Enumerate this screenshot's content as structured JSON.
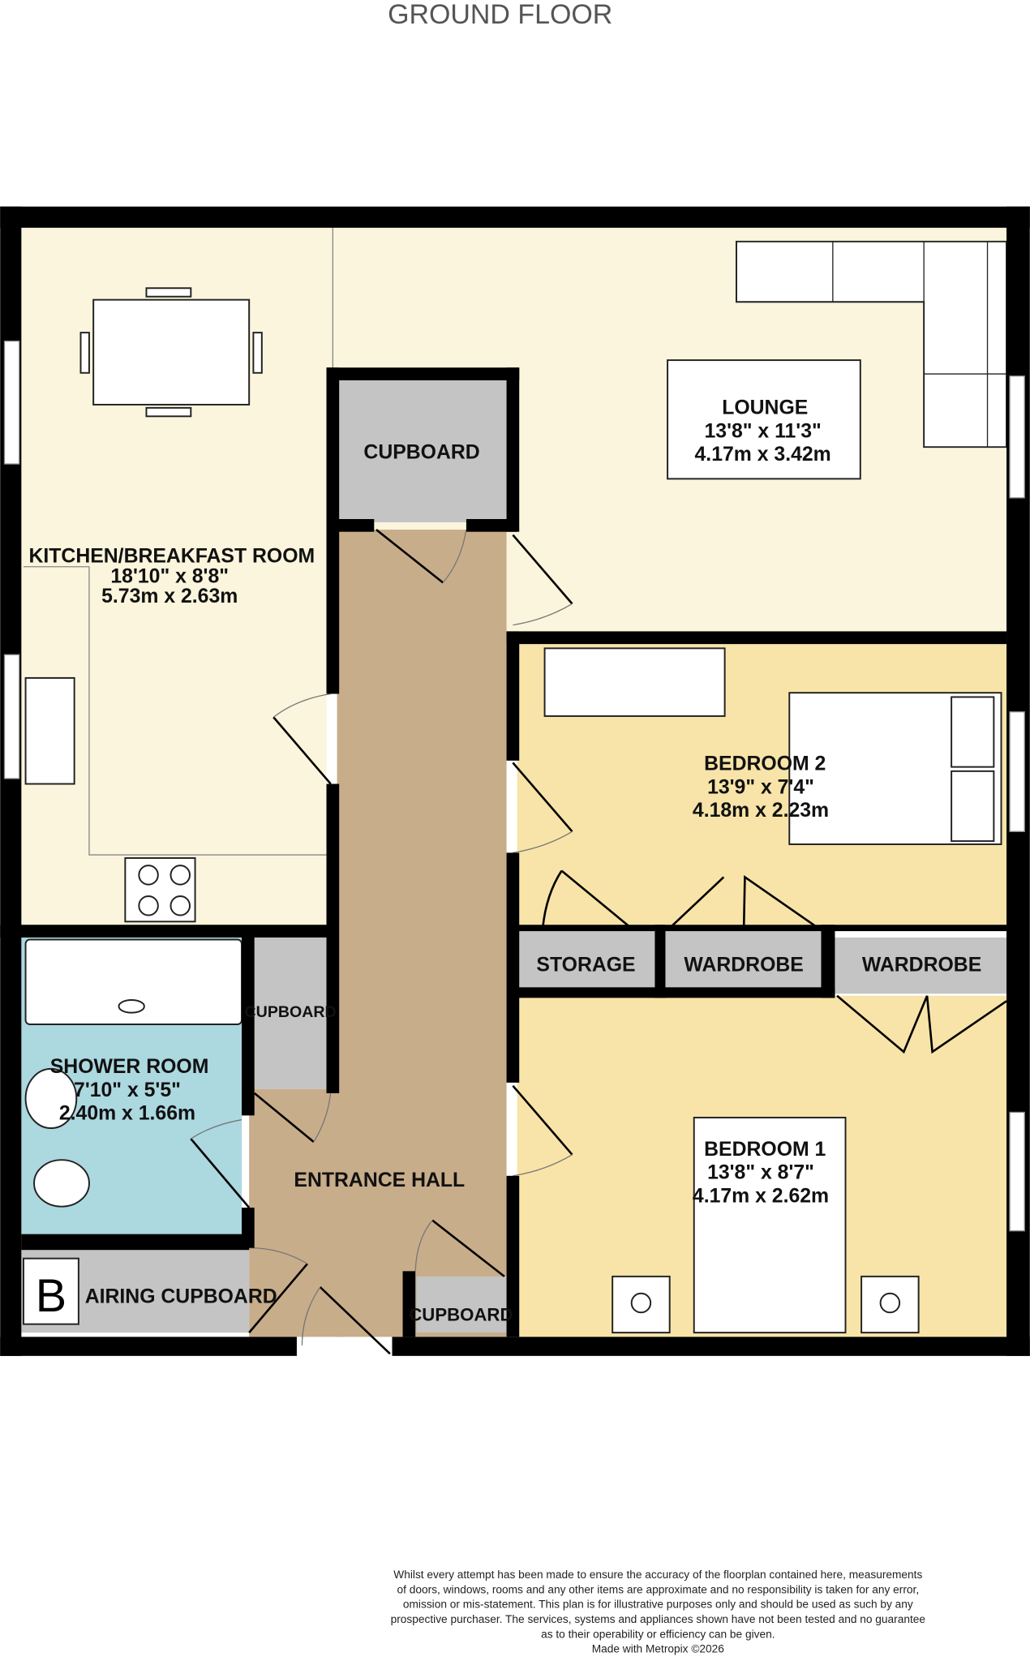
{
  "title": "GROUND FLOOR",
  "colors": {
    "living": "#faf5dc",
    "hall": "#c8ad8a",
    "bedroom": "#f8e4a8",
    "shower": "#acd8e0",
    "cupboard": "#c4c4c4",
    "wall": "#000000"
  },
  "rooms": {
    "kitchen": {
      "name": "KITCHEN/BREAKFAST ROOM",
      "imperial": "18'10\"  x 8'8\"",
      "metric": "5.73m  x 2.63m"
    },
    "lounge": {
      "name": "LOUNGE",
      "imperial": "13'8\"  x 11'3\"",
      "metric": "4.17m  x 3.42m"
    },
    "bedroom2": {
      "name": "BEDROOM 2",
      "imperial": "13'9\"  x 7'4\"",
      "metric": "4.18m  x 2.23m"
    },
    "bedroom1": {
      "name": "BEDROOM 1",
      "imperial": "13'8\"  x 8'7\"",
      "metric": "4.17m  x 2.62m"
    },
    "shower": {
      "name": "SHOWER ROOM",
      "imperial": "7'10\"  x 5'5\"",
      "metric": "2.40m  x 1.66m"
    },
    "hall": {
      "name": "ENTRANCE HALL"
    },
    "cupboard_top": {
      "name": "CUPBOARD"
    },
    "cupboard_shower": {
      "name": "CUPBOARD"
    },
    "cupboard_hall": {
      "name": "CUPBOARD"
    },
    "airing": {
      "name": "AIRING CUPBOARD",
      "boiler": "B"
    },
    "storage": {
      "name": "STORAGE"
    },
    "wardrobe1": {
      "name": "WARDROBE"
    },
    "wardrobe2": {
      "name": "WARDROBE"
    }
  },
  "disclaimer": [
    "Whilst every attempt has been made to ensure the accuracy of the floorplan contained here, measurements",
    "of doors, windows, rooms and any other items are approximate and no responsibility is taken for any error,",
    "omission or mis-statement. This plan is for illustrative purposes only and should be used as such by any",
    "prospective purchaser. The services, systems and appliances shown have not been tested and no guarantee",
    "as to their operability or efficiency can be given.",
    "Made with Metropix ©2026"
  ]
}
